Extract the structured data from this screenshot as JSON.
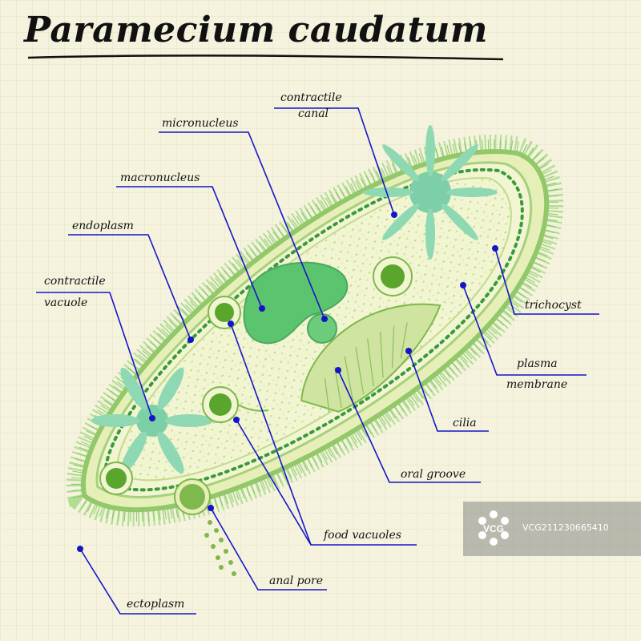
{
  "title": "Paramecium caudatum",
  "labels": {
    "contractile_canal_1": "contractile",
    "contractile_canal_2": "canal",
    "micronucleus": "micronucleus",
    "macronucleus": "macronucleus",
    "endoplasm": "endoplasm",
    "contractile_vacuole_1": "contractile",
    "contractile_vacuole_2": "vacuole",
    "trichocyst": "trichocyst",
    "plasma_membrane_1": "plasma",
    "plasma_membrane_2": "membrane",
    "cilia": "cilia",
    "oral_groove": "oral groove",
    "food_vacuoles": "food vacuoles",
    "anal_pore": "anal pore",
    "ectoplasm": "ectoplasm"
  },
  "watermark": {
    "logo_text": "VCG",
    "id_text": "VCG211230665410"
  },
  "colors": {
    "background": "#f5f3de",
    "grid": "#e4e2c8",
    "leader_line": "#1515c8",
    "cell_fill": "#eef4c8",
    "cilia": "#7cc85c",
    "nucleus": "#5bc46e",
    "vacuole_star": "#8fd8b4"
  }
}
